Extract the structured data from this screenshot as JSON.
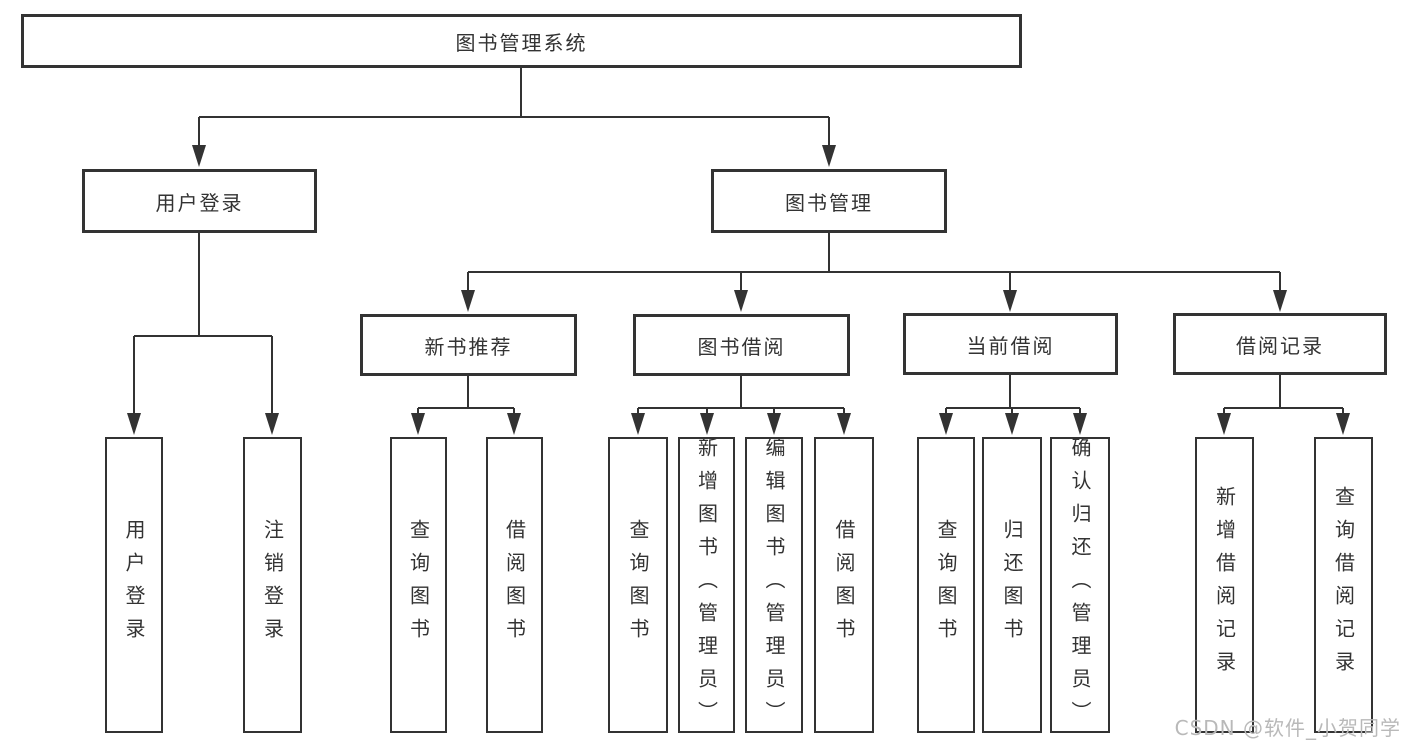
{
  "diagram": {
    "title": "图书管理系统",
    "root": {
      "label": "图书管理系统"
    },
    "branches": {
      "user_login": {
        "label": "用户登录",
        "children": {
          "login": "用户登录",
          "logout": "注销登录"
        }
      },
      "book_mgmt": {
        "label": "图书管理",
        "sections": {
          "new_book": {
            "label": "新书推荐",
            "children": {
              "query": "查询图书",
              "borrow": "借阅图书"
            }
          },
          "book_borrow": {
            "label": "图书借阅",
            "children": {
              "query": "查询图书",
              "add": "新增图书（管理员）",
              "edit": "编辑图书（管理员）",
              "borrow": "借阅图书"
            }
          },
          "current_borrow": {
            "label": "当前借阅",
            "children": {
              "query": "查询图书",
              "return": "归还图书",
              "confirm": "确认归还（管理员）"
            }
          },
          "borrow_record": {
            "label": "借阅记录",
            "children": {
              "add": "新增借阅记录",
              "query": "查询借阅记录"
            }
          }
        }
      }
    }
  },
  "watermark": {
    "text": "CSDN @软件_小贺同学",
    "color": "#b9b9b9"
  },
  "colors": {
    "line": "#333333",
    "text": "#333333",
    "background": "#ffffff"
  }
}
